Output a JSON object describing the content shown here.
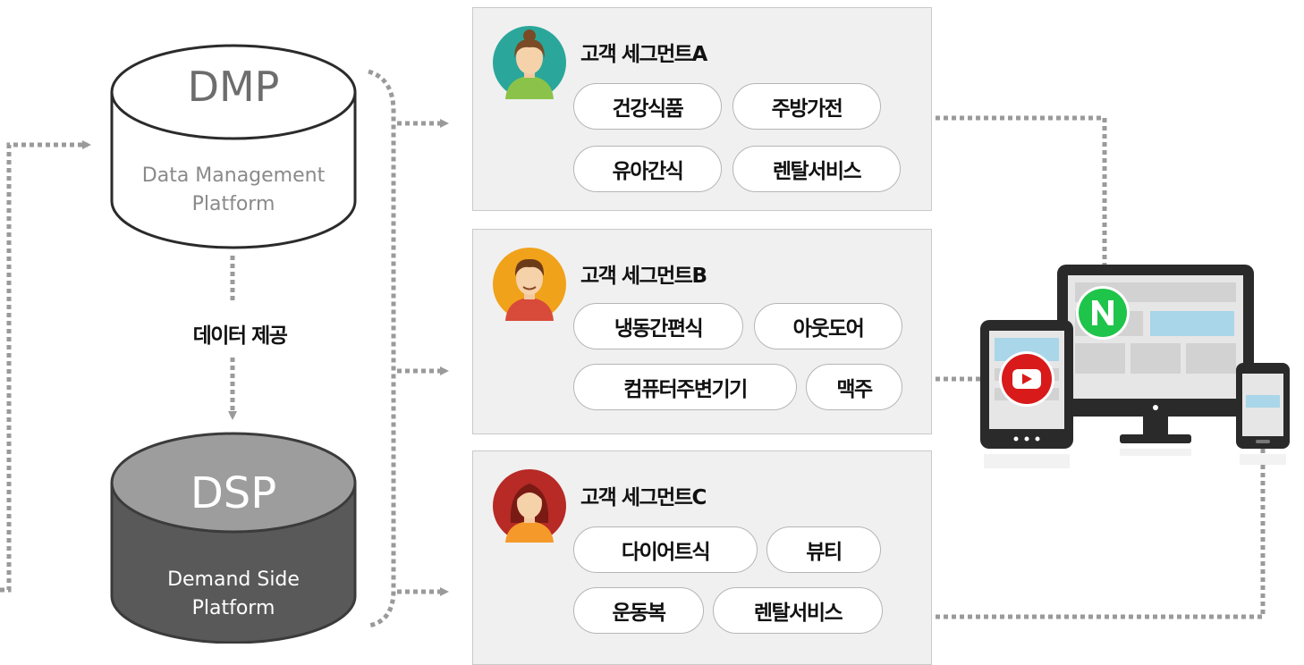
{
  "dmp": {
    "title": "DMP",
    "line1": "Data Management",
    "line2": "Platform"
  },
  "dsp": {
    "title": "DSP",
    "line1": "Demand Side",
    "line2": "Platform"
  },
  "provide_label": "데이터 제공",
  "segments": [
    {
      "title": "고객 세그먼트A",
      "tags": [
        "건강식품",
        "주방가전",
        "유아간식",
        "렌탈서비스"
      ]
    },
    {
      "title": "고객 세그먼트B",
      "tags": [
        "냉동간편식",
        "아웃도어",
        "컴퓨터주변기기",
        "맥주"
      ]
    },
    {
      "title": "고객 세그먼트C",
      "tags": [
        "다이어트식",
        "뷰티",
        "운동복",
        "렌탈서비스"
      ]
    }
  ],
  "devices": {
    "naver_badge": "N"
  },
  "colors": {
    "connector": "#9a9a9a",
    "dsp_top": "#9e9e9e",
    "dsp_body": "#5c5c5c",
    "naver": "#1fc44a",
    "youtube": "#d81a1a"
  },
  "icons": [
    "avatar-woman-green-icon",
    "avatar-man-orange-icon",
    "avatar-woman-red-icon",
    "naver-icon",
    "youtube-icon",
    "monitor-icon",
    "tablet-icon",
    "phone-icon"
  ]
}
